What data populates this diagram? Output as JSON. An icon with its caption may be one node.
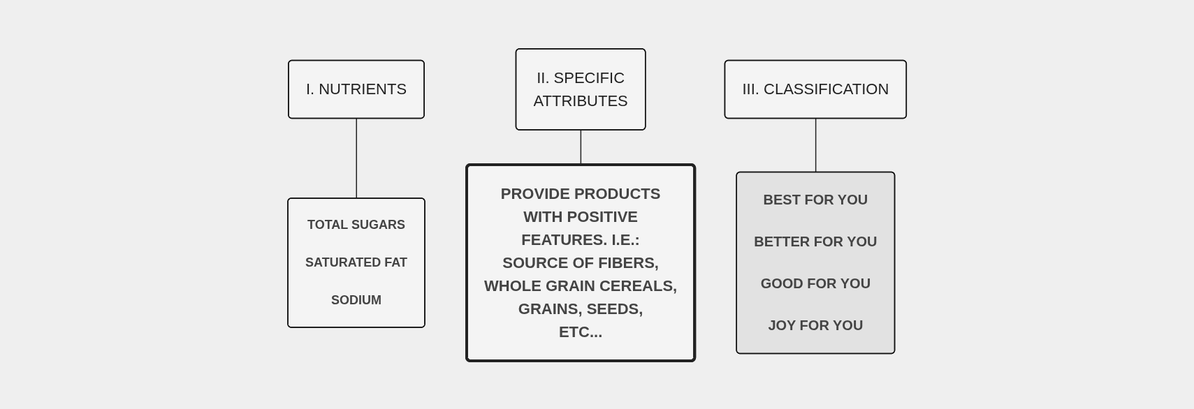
{
  "diagram": {
    "nodes": [
      {
        "text": [
          "I. NUTRIENTS"
        ]
      },
      {
        "text": [
          "TOTAL SUGARS",
          "SATURATED FAT",
          "SODIUM"
        ]
      },
      {
        "text": [
          "II. SPECIFIC ATTRIBUTES"
        ]
      },
      {
        "text": [
          "PROVIDE PRODUCTS WITH POSITIVE FEATURES. I.E.: SOURCE OF FIBERS, WHOLE GRAIN CEREALS, GRAINS, SEEDS, ETC..."
        ]
      },
      {
        "text": [
          "III. CLASSIFICATION"
        ]
      },
      {
        "text": [
          "BEST FOR YOU",
          "BETTER FOR YOU",
          "GOOD FOR YOU",
          "JOY FOR YOU"
        ]
      }
    ],
    "edges": [
      {
        "from": 0,
        "to": 1,
        "arrow": "none"
      },
      {
        "from": 2,
        "to": 3,
        "arrow": "none"
      },
      {
        "from": 4,
        "to": 5,
        "arrow": "none"
      }
    ]
  }
}
